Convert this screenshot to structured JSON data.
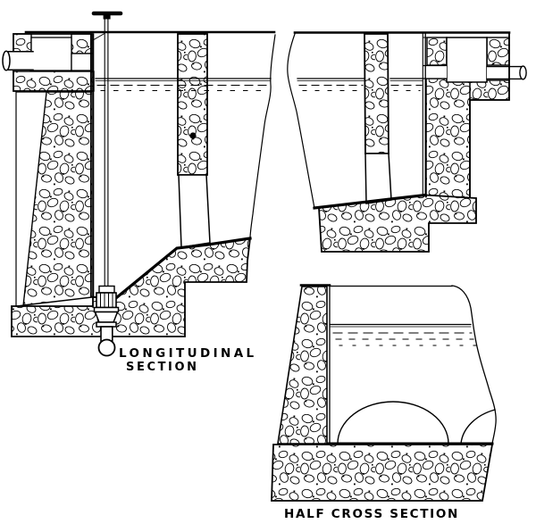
{
  "page": {
    "background": "#ffffff",
    "ink": "#000000",
    "description": "Engineering sectional drawing of a masonry settling tank with inlet pipe, gate valve drain, baffle walls, water level and arched floor"
  },
  "drawings": {
    "longitudinal": {
      "label_line1": "LONGITUDINAL",
      "label_line2": "SECTION"
    },
    "half_cross": {
      "label": "HALF CROSS SECTION"
    }
  }
}
